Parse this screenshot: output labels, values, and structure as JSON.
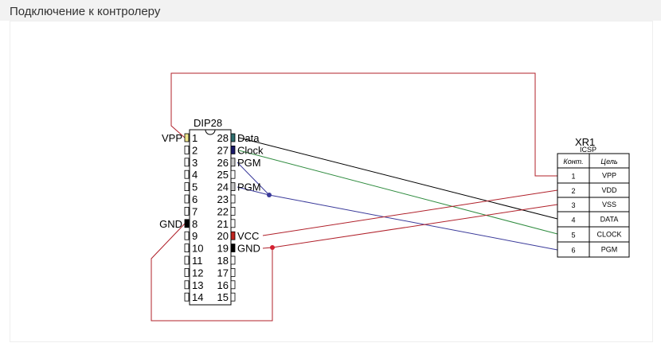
{
  "page": {
    "title": "Подключение к контролеру"
  },
  "chip": {
    "name": "DIP28",
    "left_pins": [
      "1",
      "2",
      "3",
      "4",
      "5",
      "6",
      "7",
      "8",
      "9",
      "10",
      "11",
      "12",
      "13",
      "14"
    ],
    "right_pins": [
      "28",
      "27",
      "26",
      "25",
      "24",
      "23",
      "22",
      "21",
      "20",
      "19",
      "18",
      "17",
      "16",
      "15"
    ],
    "labels": {
      "vpp": "VPP",
      "gnd8": "GND",
      "data": "Data",
      "clock": "Clock",
      "pgm26": "PGM",
      "pgm24": "PGM",
      "vcc": "VCC",
      "gnd19": "GND"
    }
  },
  "connector": {
    "name": "XR1",
    "type": "ICSP",
    "headers": [
      "Конт.",
      "Цель"
    ],
    "rows": [
      {
        "pin": "1",
        "net": "VPP"
      },
      {
        "pin": "2",
        "net": "VDD"
      },
      {
        "pin": "3",
        "net": "VSS"
      },
      {
        "pin": "4",
        "net": "DATA"
      },
      {
        "pin": "5",
        "net": "CLOCK"
      },
      {
        "pin": "6",
        "net": "PGM"
      }
    ]
  },
  "colors": {
    "red": "#b0202a",
    "black": "#000000",
    "green": "#2e8b3e",
    "blue": "#3a3a9a",
    "vpp_pin": "#f0e68c",
    "data_pin": "#2f6f6f",
    "clock_pin": "#1a1a6a",
    "pgm_pin": "#c8c8c8",
    "vcc_pin": "#c0241f"
  }
}
